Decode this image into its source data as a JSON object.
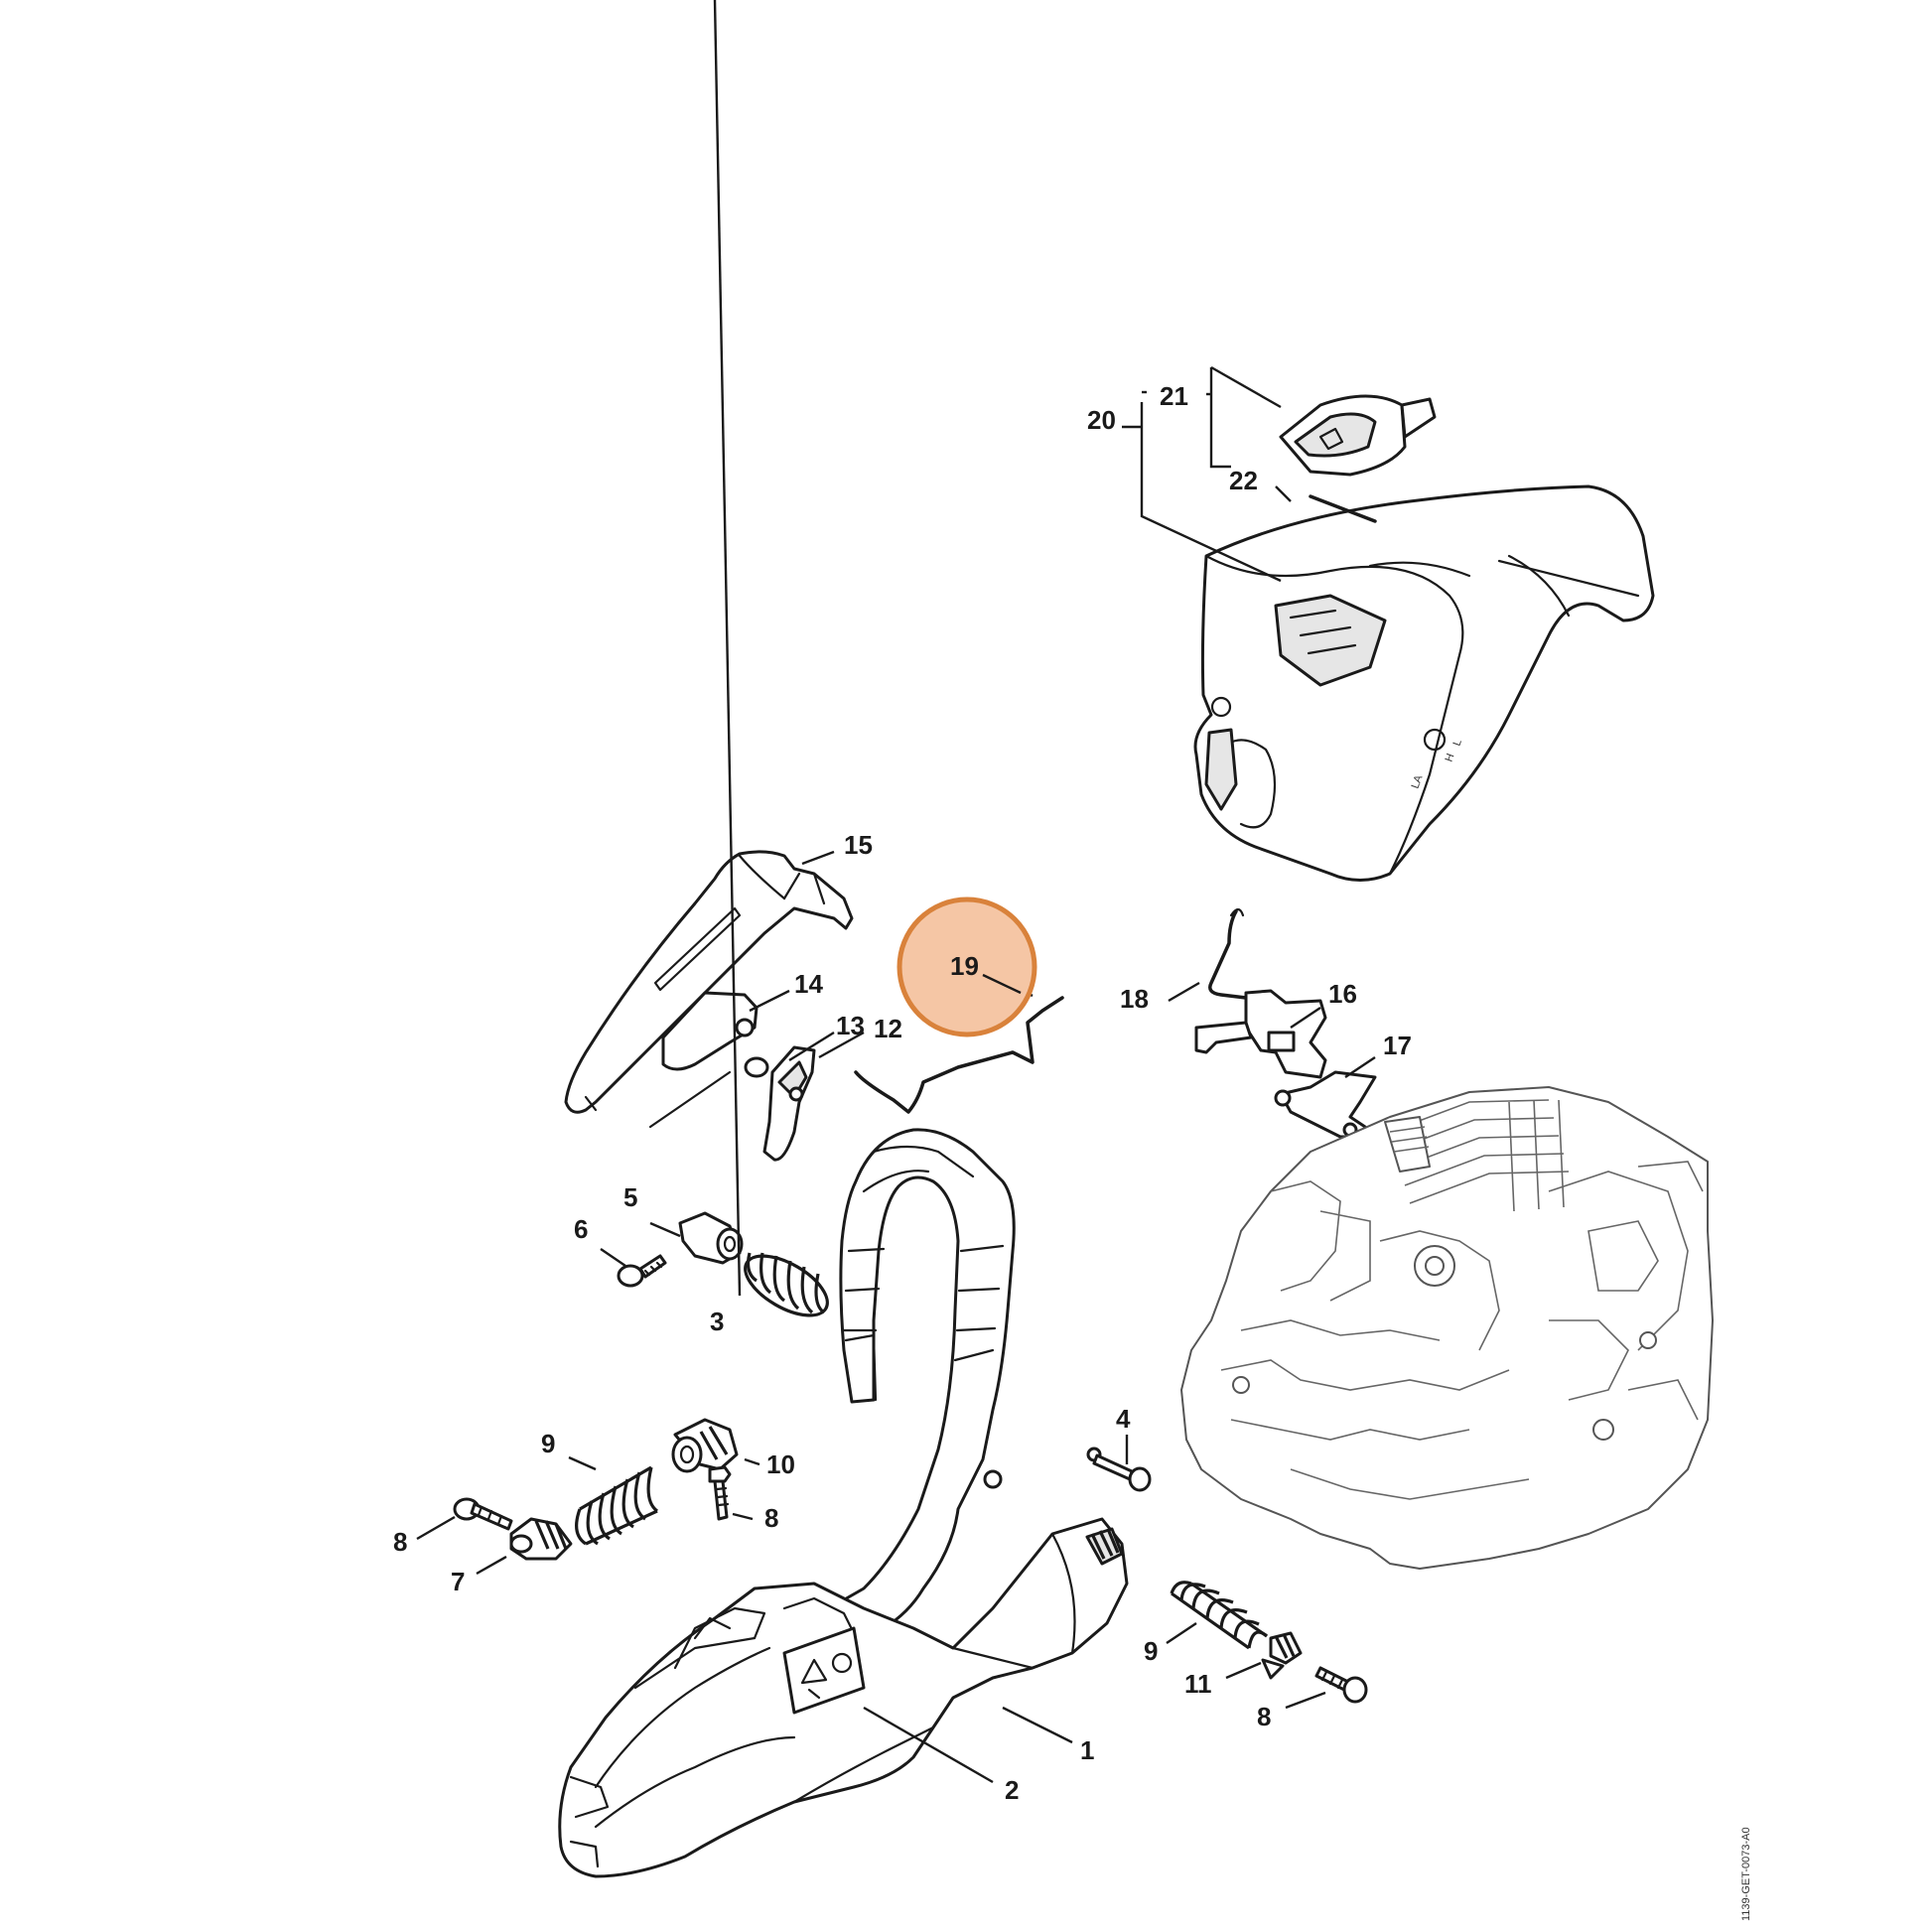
{
  "highlight": {
    "label": "19",
    "fill": "#f5c6a5",
    "stroke": "#d9823b"
  },
  "callouts": {
    "c1": "1",
    "c2": "2",
    "c3": "3",
    "c4": "4",
    "c5": "5",
    "c6": "6",
    "c7": "7",
    "c8a": "8",
    "c8b": "8",
    "c8c": "8",
    "c9a": "9",
    "c9b": "9",
    "c10": "10",
    "c11": "11",
    "c12": "12",
    "c13": "13",
    "c14": "14",
    "c15": "15",
    "c16": "16",
    "c17": "17",
    "c18": "18",
    "c20": "20",
    "c21": "21",
    "c22": "22"
  },
  "reference_code": "1139-GET-0073-A0"
}
